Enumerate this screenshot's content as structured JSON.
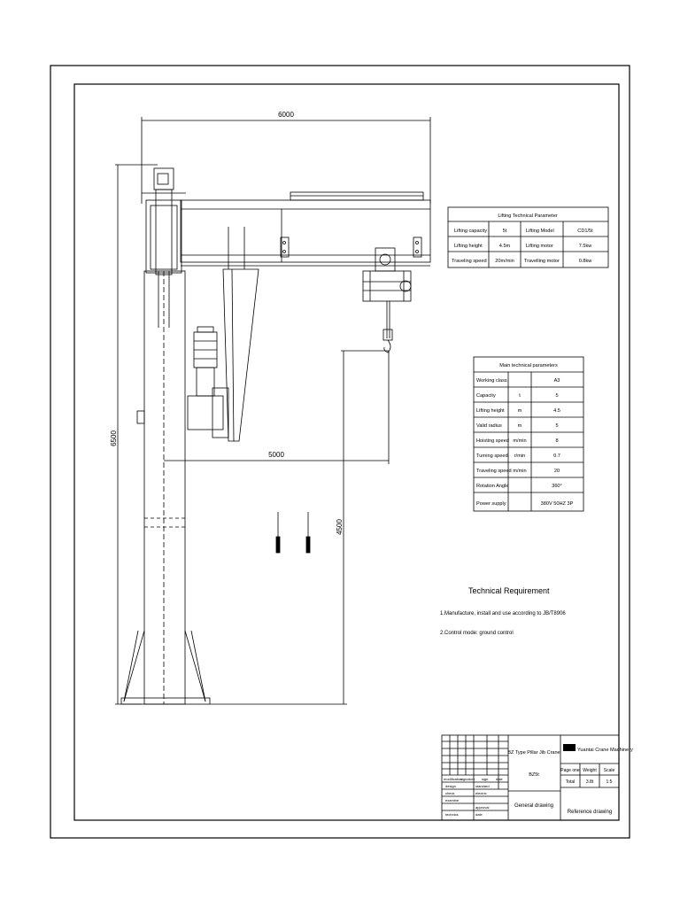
{
  "dims": {
    "span": "6000",
    "radius": "5000",
    "height_total": "6500",
    "height_under": "4500"
  },
  "hoist_table": {
    "title": "Lifting Technical Parameter",
    "rows": [
      [
        "Lifting capacity",
        "5t",
        "Lifting Model",
        "CD1/5t"
      ],
      [
        "Lifting height",
        "4.5m",
        "Lifting motor",
        "7.5kw"
      ],
      [
        "Traveling speed",
        "20m/min",
        "Travelling motor",
        "0.8kw"
      ]
    ]
  },
  "main_table": {
    "title": "Main technical parameters",
    "rows": [
      [
        "Working class",
        "",
        "A3"
      ],
      [
        "Capacity",
        "t",
        "5"
      ],
      [
        "Lifting height",
        "m",
        "4.5"
      ],
      [
        "Valid radius",
        "m",
        "5"
      ],
      [
        "Hoisting speed",
        "m/min",
        "8"
      ],
      [
        "Turning speed",
        "r/min",
        "0.7"
      ],
      [
        "Traveling speed",
        "m/min",
        "20"
      ],
      [
        "Rotation Angle",
        "",
        "360°"
      ],
      [
        "Power supply",
        "",
        "380V 50HZ 3P"
      ]
    ]
  },
  "technical_requirement": {
    "title": "Technical Requirement",
    "items": [
      "1.Manufacture, install and use according to JB/T8906",
      "2.Control mode: ground control"
    ]
  },
  "title_block": {
    "product": "BZ Type Pillar Jib Crane",
    "code": "BZ5t",
    "drawing": "General drawing",
    "company": "Yuantai Crane Machinery",
    "page_one": "Page one",
    "weight": "Weight",
    "scale": "Scale",
    "total": "Total",
    "weight_val": "3.8t",
    "scale_val": "1:5",
    "reference": "Reference drawing",
    "labels": {
      "modification": "modification",
      "signature": "signature",
      "date": "date",
      "sign": "sign",
      "design": "design",
      "standard": "standard",
      "check": "check",
      "electric": "electric",
      "examine": "examine",
      "approval": "approval",
      "technics": "technics"
    }
  }
}
